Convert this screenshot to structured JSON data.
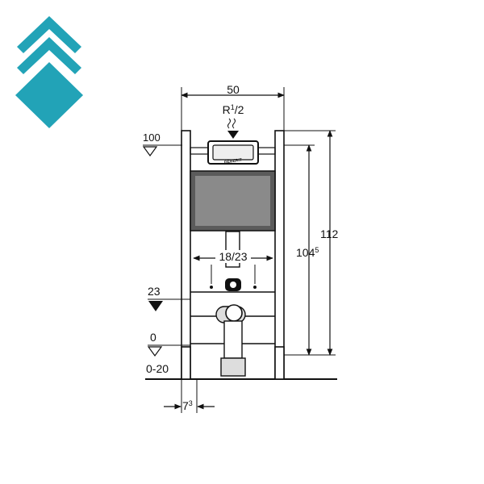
{
  "logo": {
    "icon": "stacked-diamonds-logo",
    "color": "#22a3b7"
  },
  "diagram": {
    "brand_text": "GEBERIT",
    "dim_width": "50",
    "supply_connection": {
      "main": "R",
      "sup": "1",
      "rest": "/2"
    },
    "level_100": "100",
    "dim_total_height": "112",
    "dim_frame_height": {
      "main": "104",
      "sup": "5"
    },
    "dim_spacing": "18/23",
    "level_23": "23",
    "level_0": "0",
    "level_range": "0-20",
    "dim_foot": {
      "main": "7",
      "sup": "3"
    }
  }
}
